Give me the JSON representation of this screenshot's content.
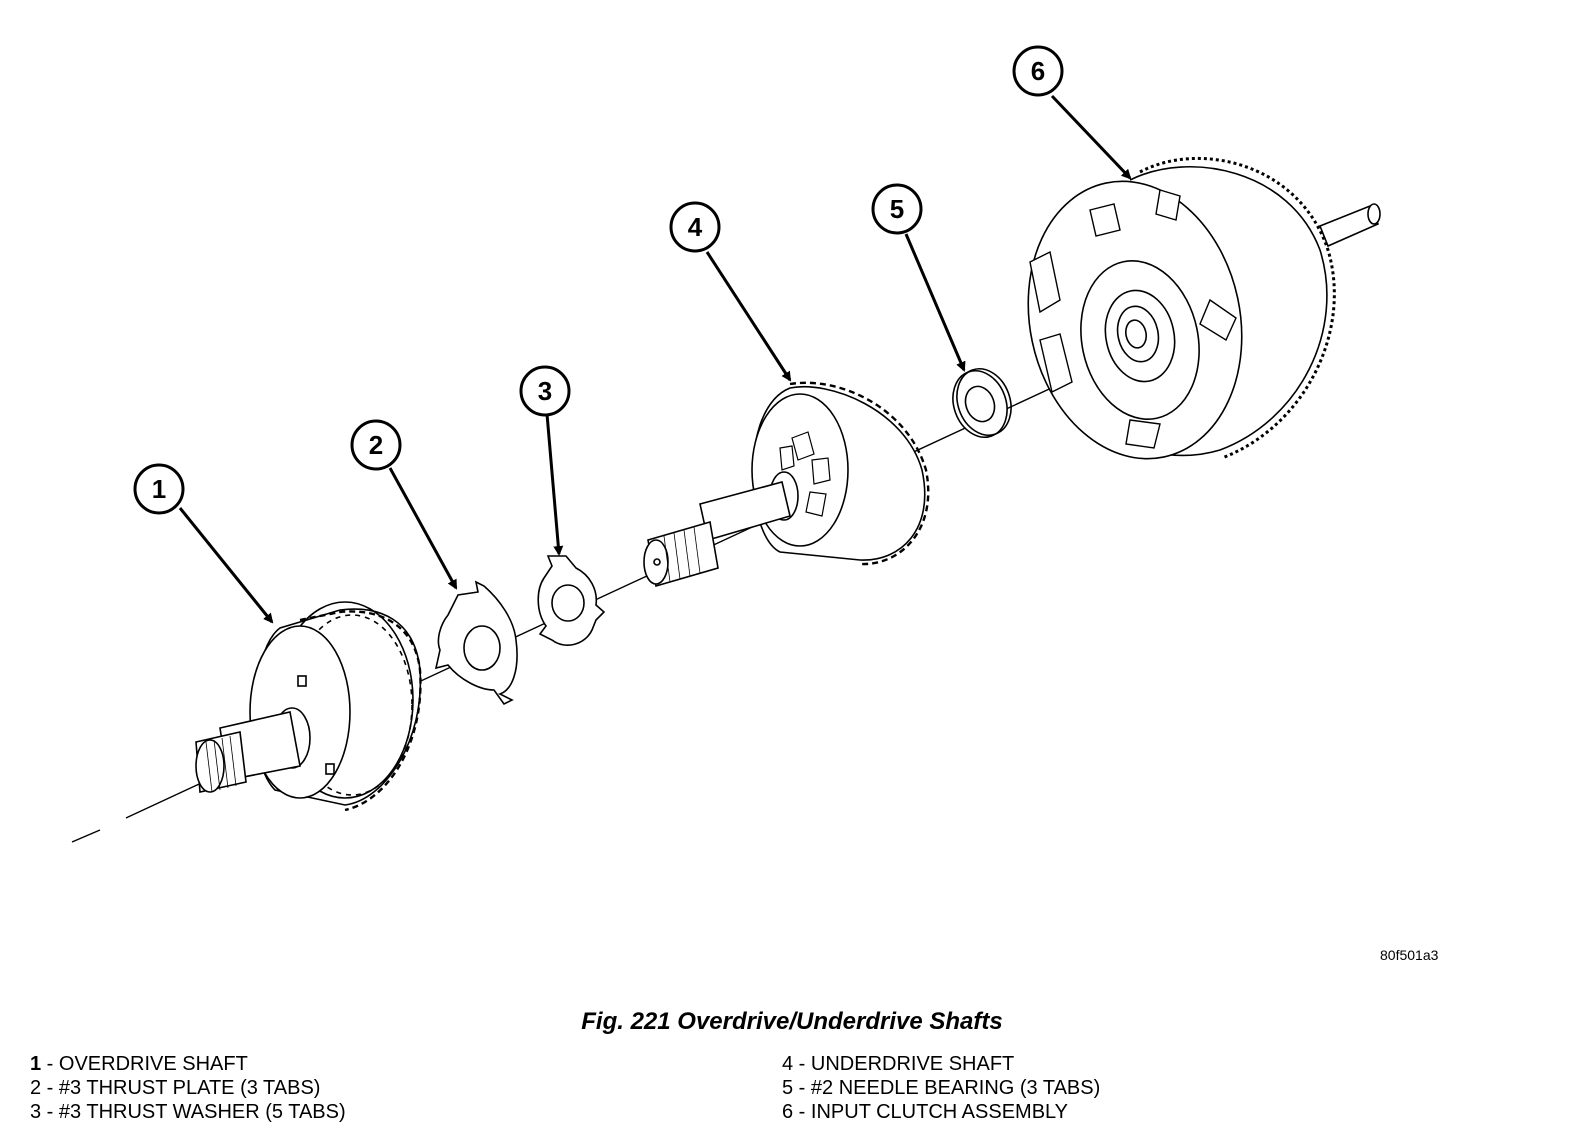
{
  "figure": {
    "code": "80f501a3",
    "caption": "Fig. 221 Overdrive/Underdrive Shafts"
  },
  "callouts": [
    {
      "num": "1",
      "part": "overdrive-shaft"
    },
    {
      "num": "2",
      "part": "thrust-plate"
    },
    {
      "num": "3",
      "part": "thrust-washer"
    },
    {
      "num": "4",
      "part": "underdrive-shaft"
    },
    {
      "num": "5",
      "part": "needle-bearing"
    },
    {
      "num": "6",
      "part": "input-clutch-assembly"
    }
  ],
  "legend": {
    "left": [
      {
        "num": "1",
        "sep": " - ",
        "label": "OVERDRIVE SHAFT"
      },
      {
        "num": "2",
        "sep": " - ",
        "label": "#3 THRUST PLATE (3 TABS)"
      },
      {
        "num": "3",
        "sep": " - ",
        "label": "#3 THRUST WASHER (5 TABS)"
      }
    ],
    "right": [
      {
        "num": "4",
        "sep": " - ",
        "label": "UNDERDRIVE SHAFT"
      },
      {
        "num": "5",
        "sep": " - ",
        "label": "#2 NEEDLE BEARING (3 TABS)"
      },
      {
        "num": "6",
        "sep": " - ",
        "label": "INPUT CLUTCH ASSEMBLY"
      }
    ]
  }
}
